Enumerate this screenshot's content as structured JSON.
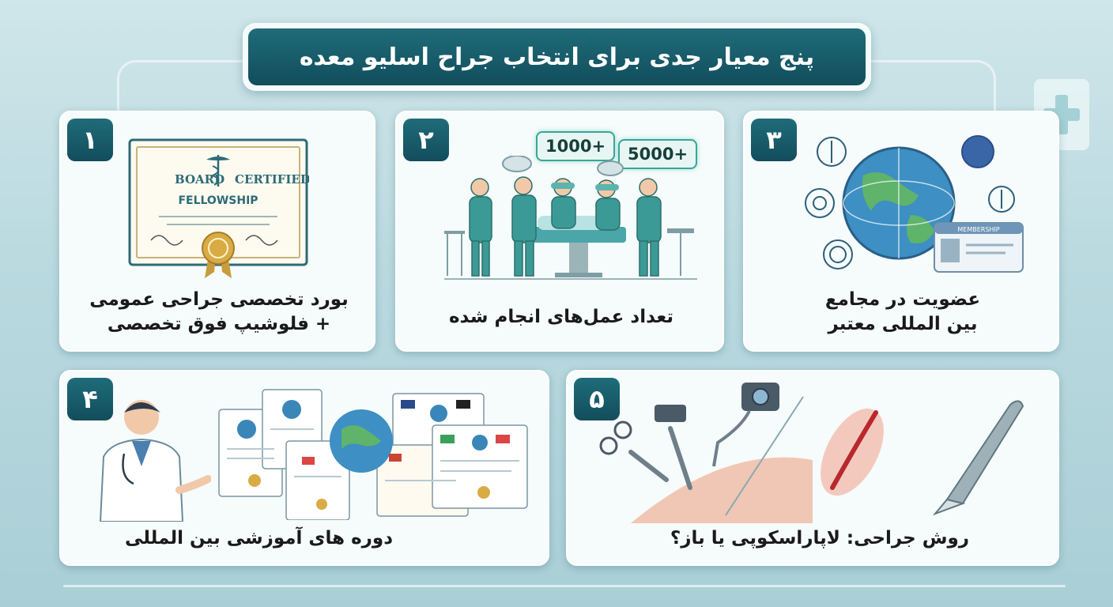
{
  "title": "پنج معیار جدی برای انتخاب جراح اسلیو معده",
  "cards": [
    {
      "number": "۱",
      "label_line1": "بورد تخصصی جراحی عمومی",
      "label_line2": "+ فلوشیپ فوق تخصصی",
      "certificate_line1": "BOARD",
      "certificate_line2": "CERTIFIED",
      "certificate_line3": "FELLOWSHIP",
      "icons": [
        "certificate-icon",
        "caduceus-icon",
        "seal-icon"
      ]
    },
    {
      "number": "۲",
      "label_line1": "تعداد عمل‌های انجام شده",
      "tag1": "1000+",
      "tag2": "5000+",
      "icons": [
        "surgical-team-icon",
        "surgical-lamp-icon"
      ]
    },
    {
      "number": "۳",
      "label_line1": "عضویت در مجامع",
      "label_line2": "بین المللی معتبر",
      "member_card_text": "MEMBERSHIP",
      "icons": [
        "globe-icon",
        "membership-card-icon",
        "organization-emblem-icon"
      ]
    },
    {
      "number": "۴",
      "label_line1": "دوره های آموزشی بین المللی",
      "icons": [
        "doctor-icon",
        "certificate-icon",
        "globe-icon",
        "flag-icon"
      ]
    },
    {
      "number": "۵",
      "label_line1": "روش جراحی: لاپاراسکوپی یا باز؟",
      "icons": [
        "laparoscope-icon",
        "camera-icon",
        "incision-icon",
        "scalpel-icon"
      ]
    }
  ],
  "colors": {
    "accent": "#1a5f6d",
    "card": "#f6fbfb",
    "background": "#bcdbe0",
    "tag_border": "#3aa595"
  }
}
